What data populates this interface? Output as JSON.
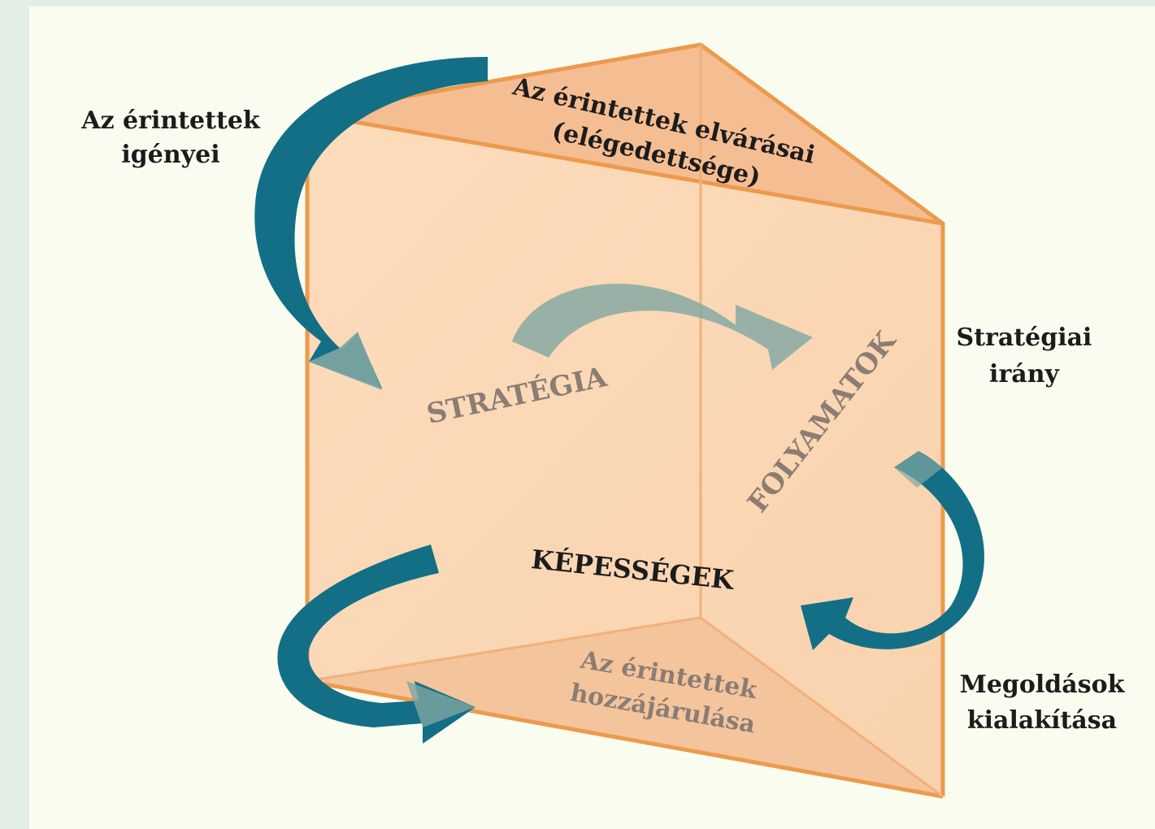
{
  "labels": {
    "stakeholder_needs": [
      "Az érintettek",
      "igényei"
    ],
    "stakeholder_expectations": [
      "Az érintettek elvárásai",
      "(elégedettsége)"
    ],
    "strategic_direction": [
      "Stratégiai",
      "irány"
    ],
    "solutions": [
      "Megoldások",
      "kialakítása"
    ],
    "stakeholder_contribution": [
      "Az érintettek",
      "hozzájárulása"
    ],
    "strategy": "STRATÉGIA",
    "processes": "FOLYAMATOK",
    "capabilities": "KÉPESSÉGEK"
  },
  "colors": {
    "background": "#fbfcf0",
    "outer_frame": "#e3eee6",
    "prism_fill": "#fbd7b4",
    "prism_top": "#f5be93",
    "prism_bottom": "#f3c49c",
    "prism_edge": "#ec9a4c",
    "arrow": "#136f86",
    "arrow_faded": "#7fa6a3",
    "text_dark": "#1c1c1c",
    "text_faded": "#8b7d74"
  }
}
